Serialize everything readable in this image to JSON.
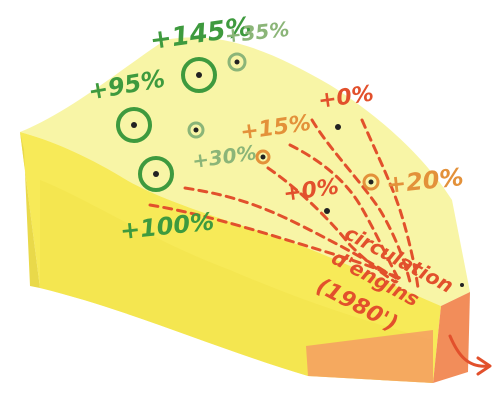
{
  "labels": {
    "p145": "+145%",
    "p35": "+35%",
    "p95": "+95%",
    "p100": "+100%",
    "p30": "+30%",
    "p15": "+15%",
    "p0_top": "+0%",
    "p0_mid": "+0%",
    "p20": "+20%"
  },
  "annotation": {
    "line1": "circulation",
    "line2": "d'engins",
    "line3": "(1980')"
  },
  "colors": {
    "sand_top": "#f8f5a6",
    "sand_front": "#f7ea58",
    "bank_side": "#f28d5a",
    "growth_high": "#3e9a3e",
    "growth_mid": "#8bb578",
    "growth_low": "#e3913a",
    "traffic": "#e2502c"
  }
}
